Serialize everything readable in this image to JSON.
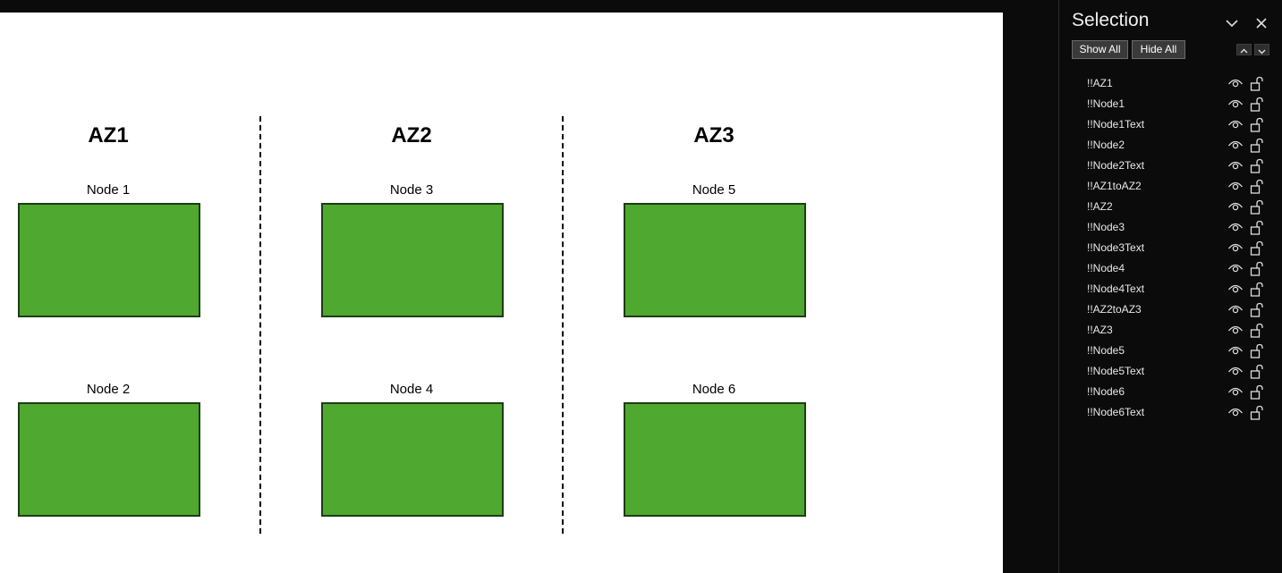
{
  "slide": {
    "zones": [
      {
        "title": "AZ1",
        "nodes": [
          "Node 1",
          "Node 2"
        ]
      },
      {
        "title": "AZ2",
        "nodes": [
          "Node 3",
          "Node 4"
        ]
      },
      {
        "title": "AZ3",
        "nodes": [
          "Node 5",
          "Node 6"
        ]
      }
    ],
    "node_color": "#4fa82f"
  },
  "pane": {
    "title": "Selection",
    "show_all": "Show All",
    "hide_all": "Hide All",
    "items": [
      "!!AZ1",
      "!!Node1",
      "!!Node1Text",
      "!!Node2",
      "!!Node2Text",
      "!!AZ1toAZ2",
      "!!AZ2",
      "!!Node3",
      "!!Node3Text",
      "!!Node4",
      "!!Node4Text",
      "!!AZ2toAZ3",
      "!!AZ3",
      "!!Node5",
      "!!Node5Text",
      "!!Node6",
      "!!Node6Text"
    ]
  }
}
